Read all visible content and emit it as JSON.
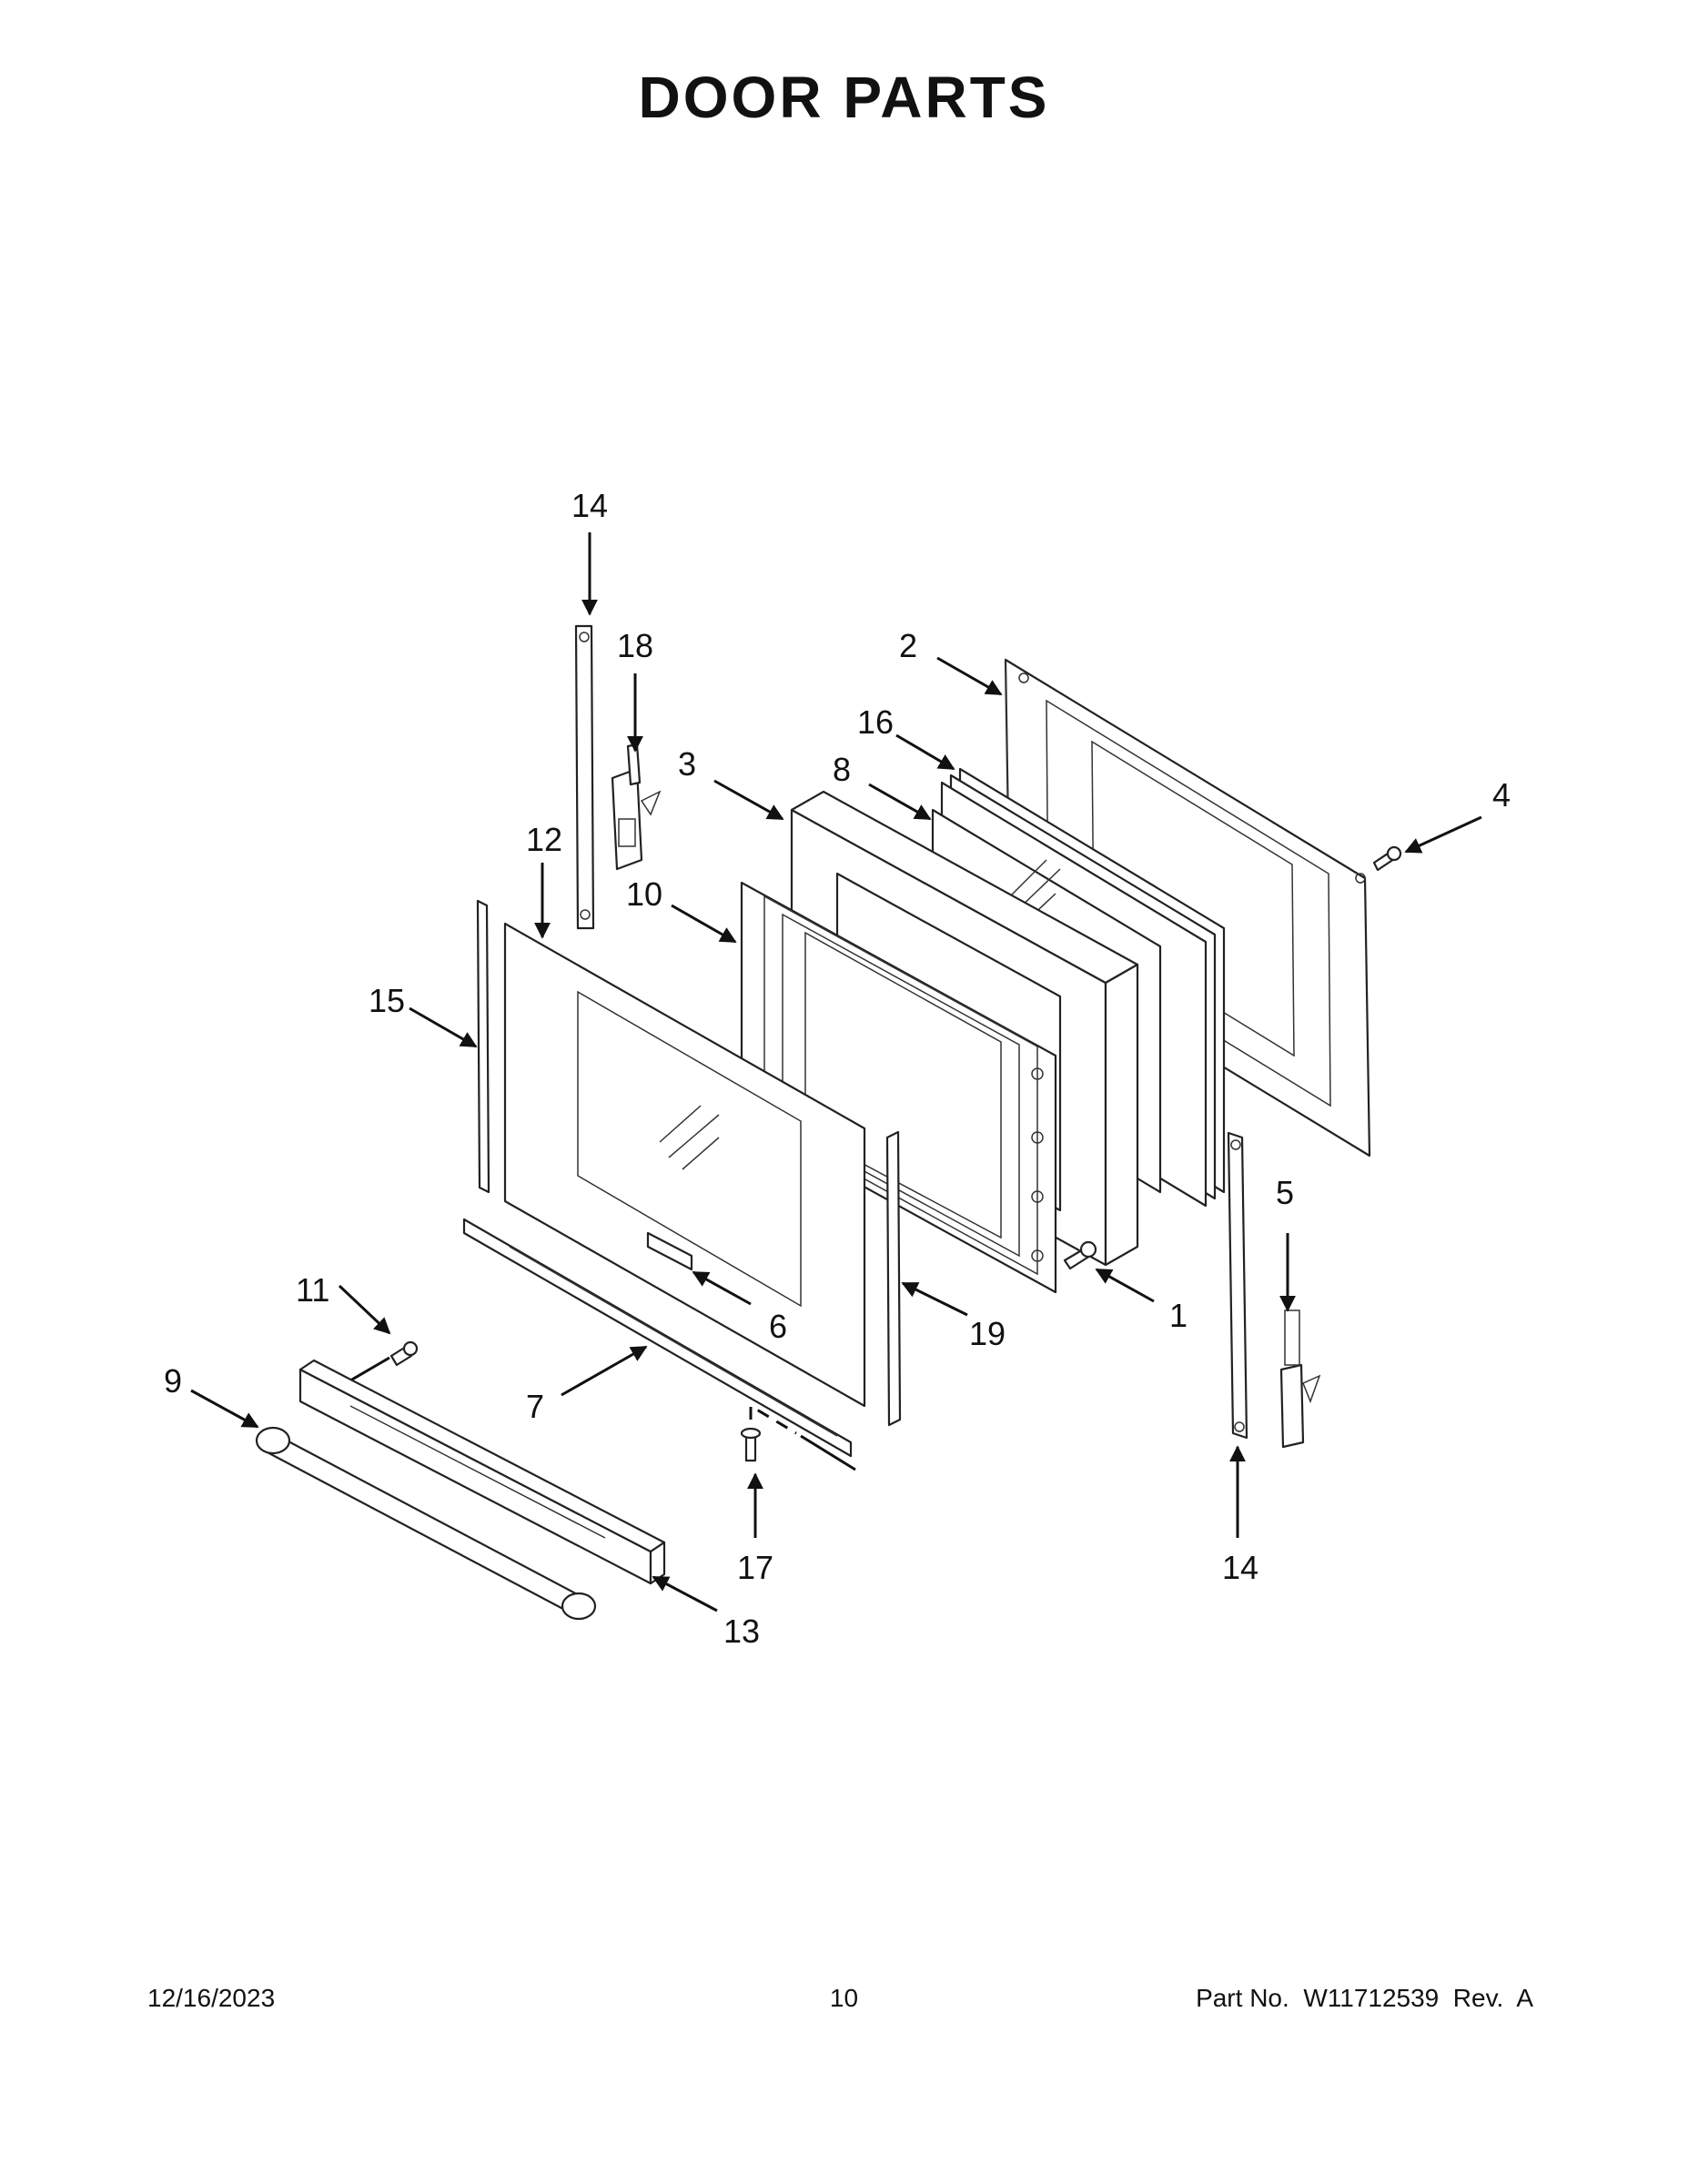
{
  "title": "DOOR PARTS",
  "footer": {
    "date": "12/16/2023",
    "page": "10",
    "part_number": "Part No.  W11712539  Rev.  A"
  },
  "callouts": {
    "c1": "1",
    "c2": "2",
    "c3": "3",
    "c4": "4",
    "c5": "5",
    "c6": "6",
    "c7": "7",
    "c8": "8",
    "c9": "9",
    "c10": "10",
    "c11": "11",
    "c12": "12",
    "c13": "13",
    "c14_top": "14",
    "c14_bottom": "14",
    "c15": "15",
    "c16": "16",
    "c17": "17",
    "c18": "18",
    "c19": "19"
  }
}
